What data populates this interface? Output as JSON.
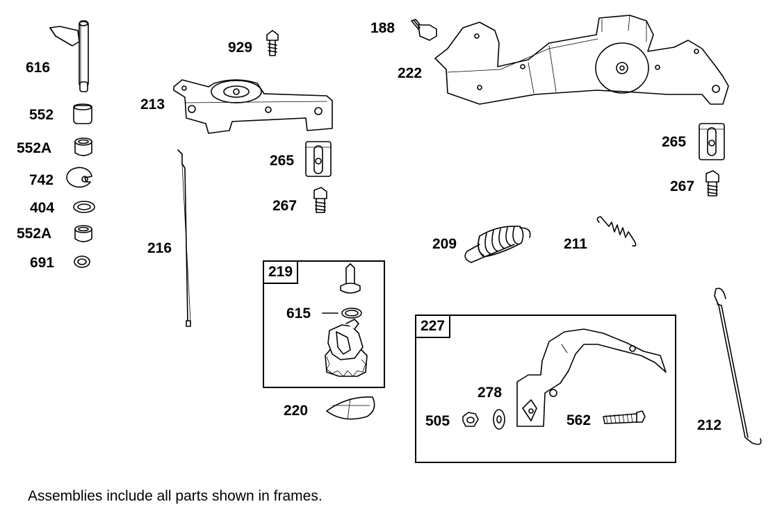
{
  "labels": {
    "p616": "616",
    "p552": "552",
    "p552a_1": "552A",
    "p742": "742",
    "p404": "404",
    "p552a_2": "552A",
    "p691": "691",
    "p213": "213",
    "p929": "929",
    "p216": "216",
    "p265_a": "265",
    "p267_a": "267",
    "p188": "188",
    "p222": "222",
    "p265_b": "265",
    "p267_b": "267",
    "p209": "209",
    "p211": "211",
    "p615": "615",
    "p220": "220",
    "p278": "278",
    "p505": "505",
    "p562": "562",
    "p212": "212"
  },
  "frames": {
    "f219": "219",
    "f227": "227"
  },
  "footnote": "Assemblies include all parts shown in frames."
}
